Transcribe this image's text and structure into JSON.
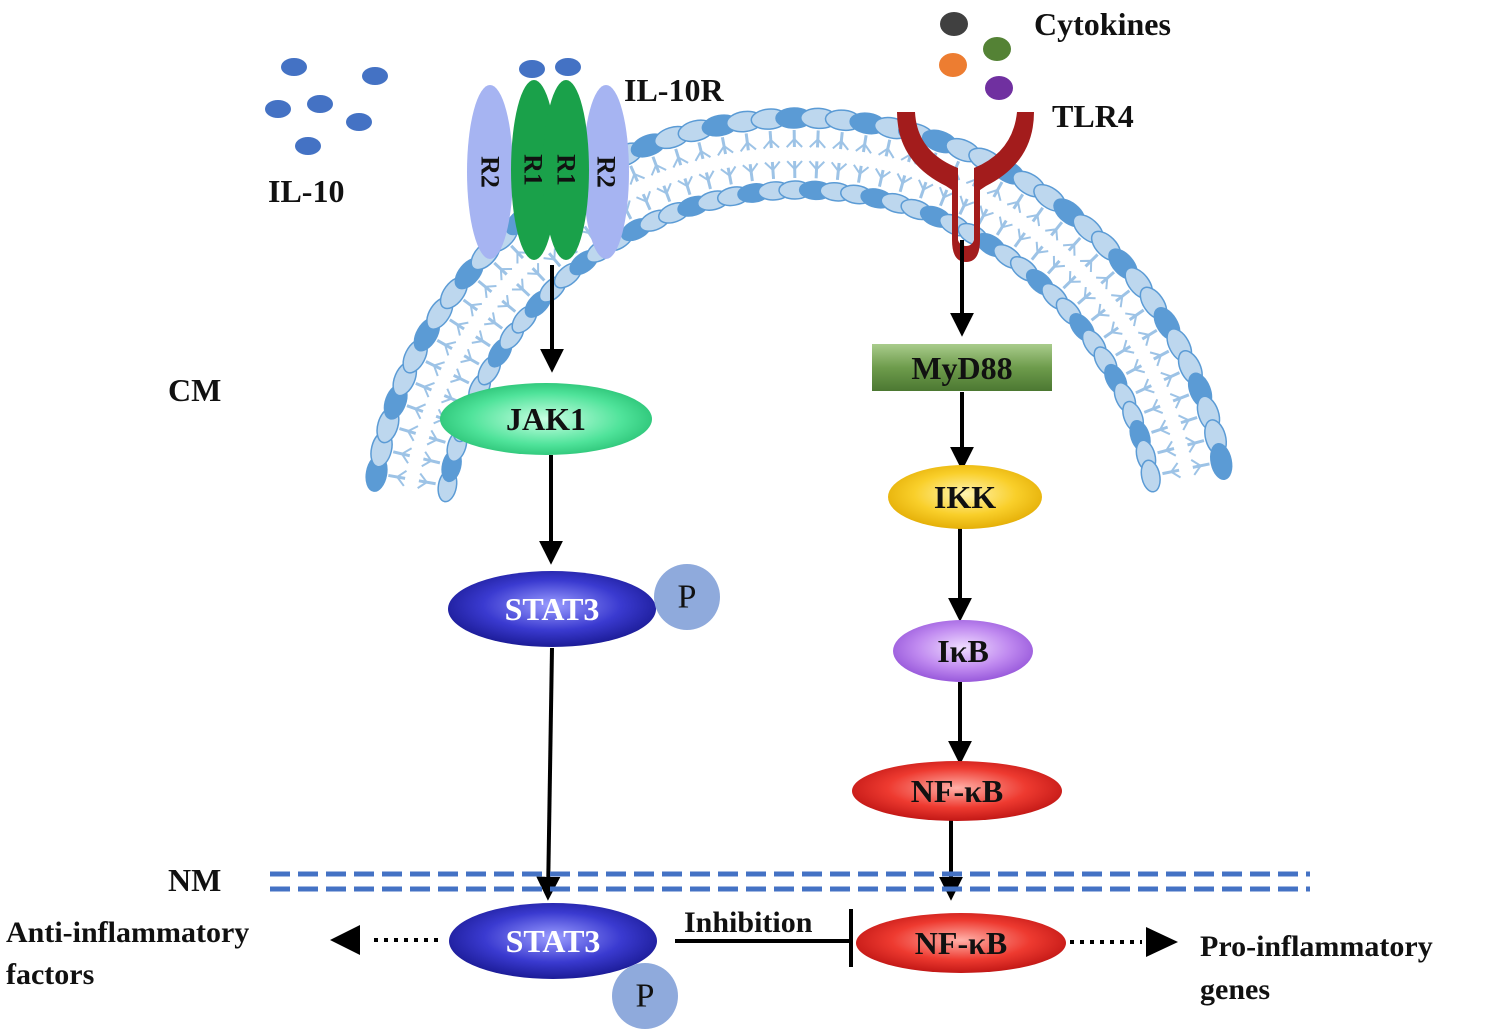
{
  "labels": {
    "il10": "IL-10",
    "il10r": "IL-10R",
    "cytokines": "Cytokines",
    "tlr4": "TLR4",
    "cm": "CM",
    "nm": "NM",
    "anti_line1": "Anti-inflammatory",
    "anti_line2": "factors",
    "pro_line1": "Pro-inflammatory",
    "pro_line2": "genes",
    "inhibition": "Inhibition"
  },
  "receptor_subunits": {
    "r2_left": "R2",
    "r1_left": "R1",
    "r1_right": "R1",
    "r2_right": "R2"
  },
  "nodes": {
    "jak1": "JAK1",
    "stat3_cyto": "STAT3",
    "stat3_nuc": "STAT3",
    "p_cyto": "P",
    "p_nuc": "P",
    "myd88": "MyD88",
    "ikk": "IKK",
    "ikb": "IκB",
    "nfkb_cyto": "NF-κB",
    "nfkb_nuc": "NF-κB"
  },
  "colors": {
    "membrane_dark": "#5b9bd5",
    "membrane_light": "#bdd7ee",
    "tail": "#9dc3e6",
    "il10_dot": "#4472c4",
    "r2": "#a6b4f2",
    "r1": "#1aa14a",
    "tlr4": "#a31c1c",
    "jak1": "#3cd98a",
    "stat3": "#2b2bb8",
    "phospho": "#8faadc",
    "myd88": "#6a9a4a",
    "ikk": "#f7c21a",
    "ikb": "#b07ae8",
    "nfkb": "#e0201e",
    "nm_line": "#4472c4",
    "cytokine_colors": [
      "#404040",
      "#ed7d31",
      "#548235",
      "#7030a0"
    ]
  }
}
